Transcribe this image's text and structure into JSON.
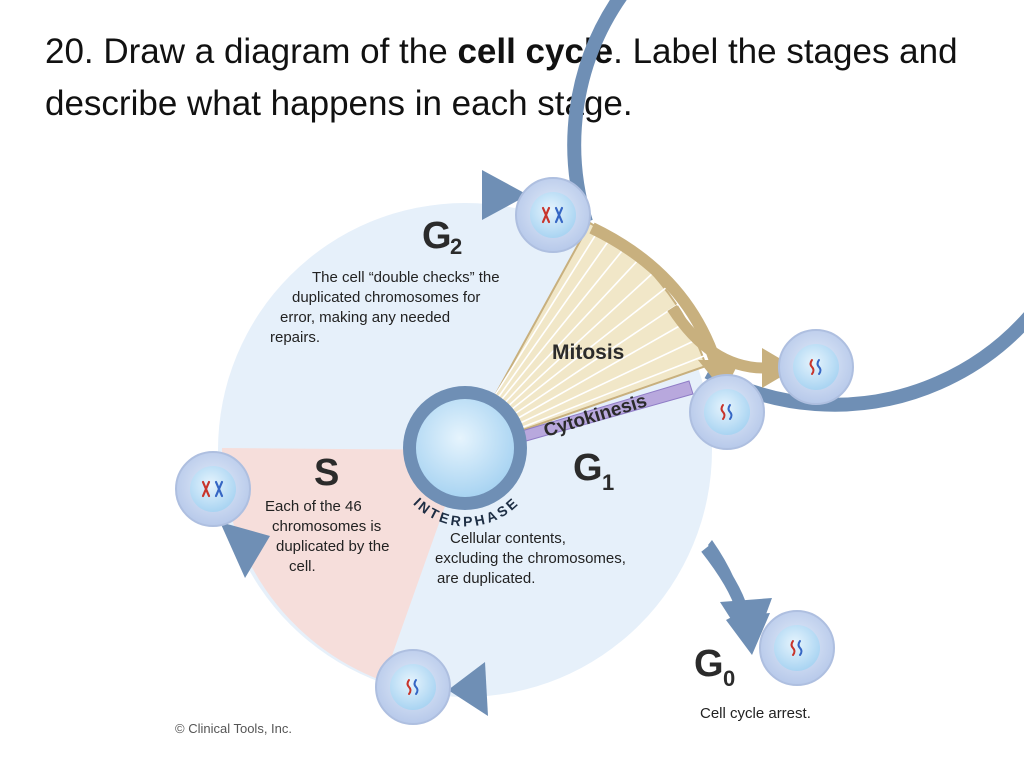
{
  "title": {
    "prefix": "20. Draw a diagram of the ",
    "bold": "cell cycle",
    "suffix": ".  Label the stages and describe what happens in each stage."
  },
  "diagram": {
    "g2": {
      "label": "G",
      "sub": "2",
      "lines": [
        "The cell “double checks” the",
        "duplicated chromosomes for",
        "error, making any needed",
        "repairs."
      ]
    },
    "s": {
      "label": "S",
      "lines": [
        "Each of the 46",
        "chromosomes is",
        "duplicated by the",
        "cell."
      ]
    },
    "g1": {
      "label": "G",
      "sub": "1",
      "lines": [
        "Cellular contents,",
        "excluding the chromosomes,",
        "are duplicated."
      ]
    },
    "g0": {
      "label": "G",
      "sub": "0",
      "description": "Cell cycle arrest."
    },
    "mitosis": "Mitosis",
    "cytokinesis": "Cytokinesis",
    "interphase": "INTERPHASE",
    "copyright": "© Clinical Tools, Inc.",
    "colors": {
      "ring": "#6f8fb5",
      "interphase_fill": "#e6f0fa",
      "s_fill": "#f6dedb",
      "mitosis_fill": "#f1e7c8",
      "mitosis_arrow": "#c8b07e",
      "cyto_fill": "#b8a8dd",
      "cell_outer": "#c3d3ef",
      "cell_inner": "#d9e6f7",
      "nucleus": "#b7dcf5"
    }
  }
}
